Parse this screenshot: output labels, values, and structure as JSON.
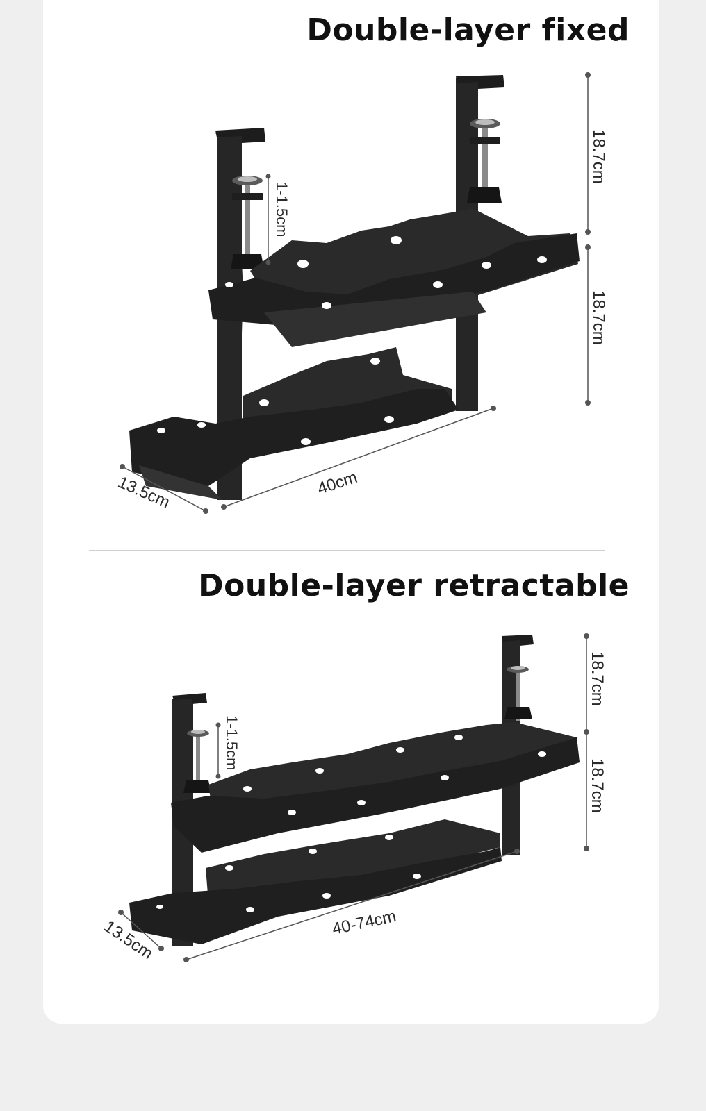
{
  "sections": [
    {
      "title": "Double-layer fixed",
      "dimensions": {
        "upper_height": "18.7cm",
        "lower_height": "18.7cm",
        "clamp_range": "1-1.5cm",
        "length": "40cm",
        "depth": "13.5cm"
      }
    },
    {
      "title": "Double-layer retractable",
      "dimensions": {
        "upper_height": "18.7cm",
        "lower_height": "18.7cm",
        "clamp_range": "1-1.5cm",
        "length": "40-74cm",
        "depth": "13.5cm"
      }
    }
  ],
  "colors": {
    "rack": "#222222",
    "rack_dark": "#111111",
    "dimension_line": "#444444",
    "background": "#ffffff",
    "page": "#efefef"
  },
  "icons": [
    "desk-clamp-icon",
    "cable-slot-icon"
  ]
}
